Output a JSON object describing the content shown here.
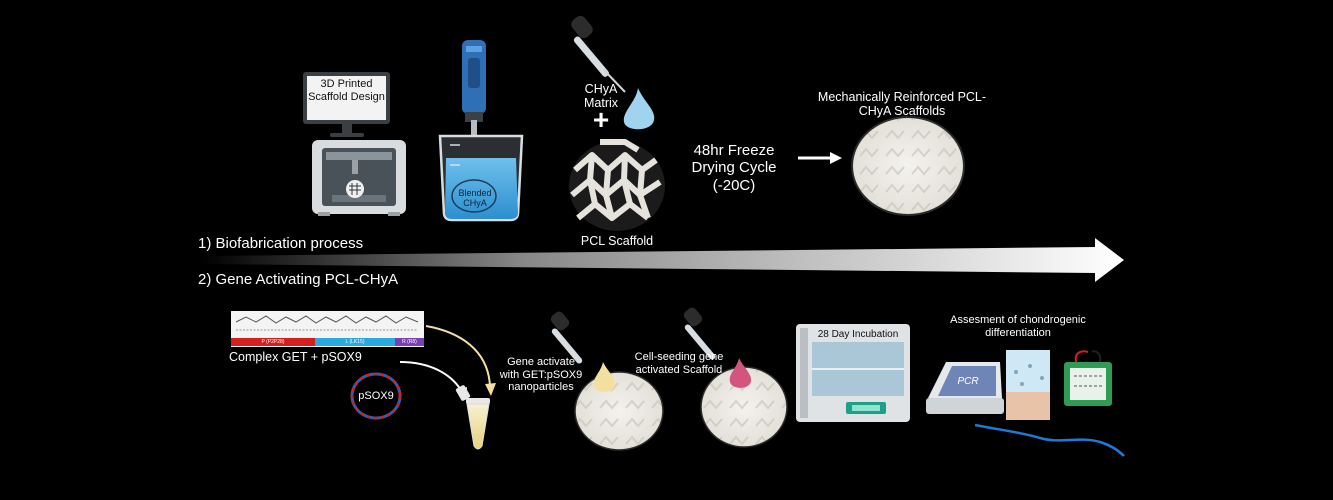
{
  "step1": {
    "title": "1) Biofabrication process",
    "printer_label": "3D Printed Scaffold Design",
    "beaker_label": "Blended CHyA",
    "matrix_label": "CHyA Matrix",
    "plus": "+",
    "scaffold_label": "PCL Scaffold",
    "freeze_label": "48hr Freeze Drying Cycle (-20C)",
    "result_label": "Mechanically Reinforced PCL-CHyA Scaffolds"
  },
  "step2": {
    "title": "2) Gene Activating PCL-CHyA",
    "peptide_label": "Complex GET + pSOX9",
    "peptide_segments": [
      "P (P2P28)",
      "L (LK15)",
      "R (R8)"
    ],
    "plasmid_label": "pSOX9",
    "gene_activate_label": "Gene activate with GET:pSOX9 nanoparticles",
    "cell_seeding_label": "Cell-seeding gene activated Scaffold",
    "incubation_label": "28 Day Incubation",
    "assessment_label": "Assesment of chondrogenic differentiation",
    "pcr_label": "PCR"
  },
  "colors": {
    "background": "#000000",
    "peptide_p": "#d62020",
    "peptide_l": "#2aa8e0",
    "peptide_r": "#7a3fb0",
    "droplet_light": "#9fd3ee",
    "droplet_yellow": "#f3dfa0",
    "droplet_pink": "#d3547e"
  }
}
